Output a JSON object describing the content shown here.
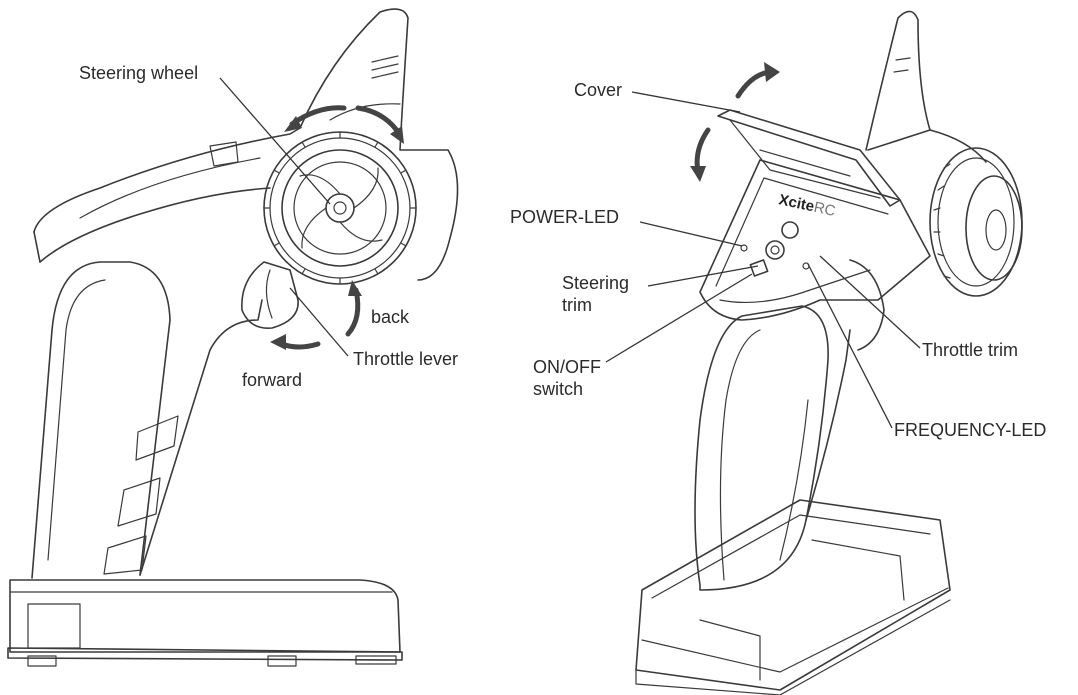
{
  "left_figure": {
    "labels": {
      "steering_wheel": "Steering wheel",
      "back": "back",
      "throttle_lever": "Throttle lever",
      "forward": "forward"
    }
  },
  "right_figure": {
    "brand": {
      "part1": "Xcite",
      "part2": "RC"
    },
    "labels": {
      "cover": "Cover",
      "power_led": "POWER-LED",
      "steering_trim": "Steering\ntrim",
      "on_off_switch": "ON/OFF\nswitch",
      "throttle_trim": "Throttle trim",
      "frequency_led": "FREQUENCY-LED"
    }
  }
}
